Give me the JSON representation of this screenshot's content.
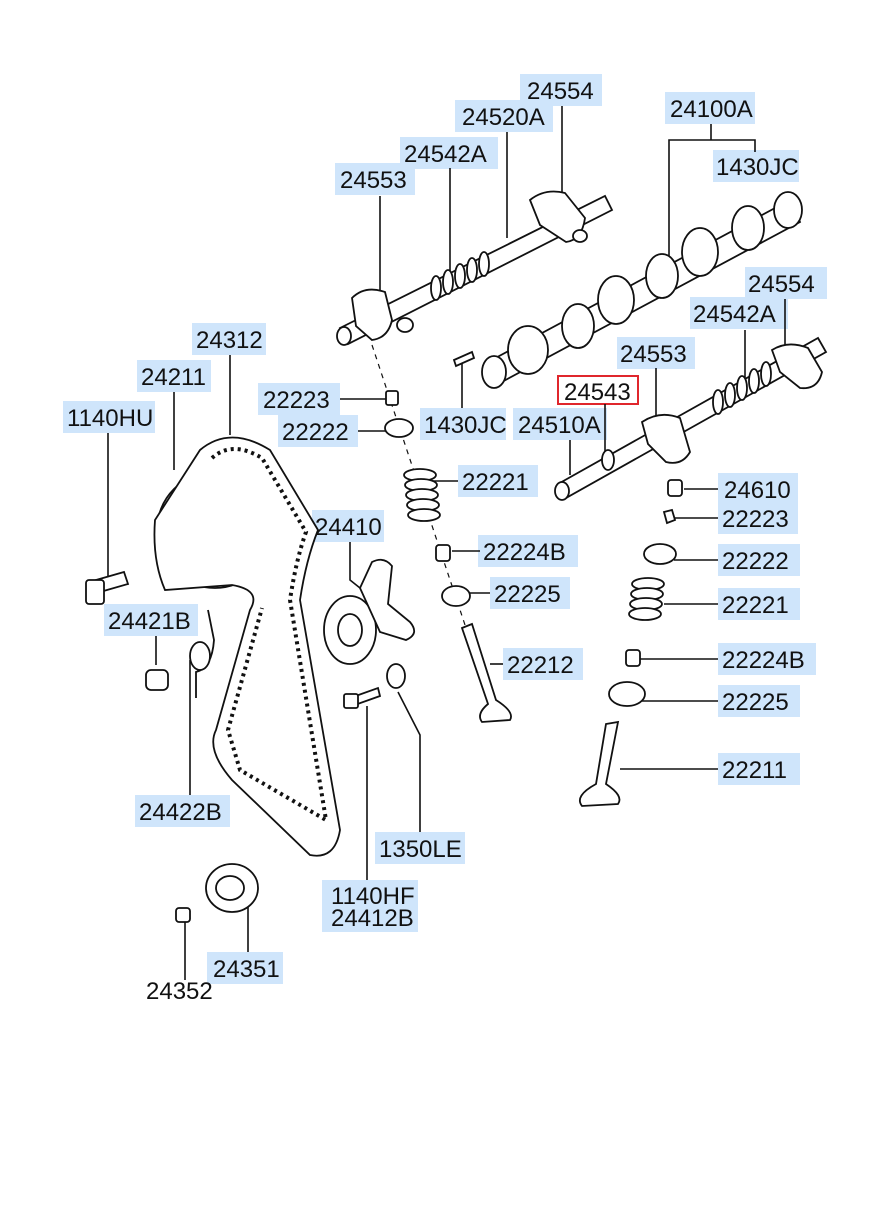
{
  "labels": {
    "l24554a": "24554",
    "l24520a": "24520A",
    "l24100a": "24100A",
    "l24542a_a": "24542A",
    "l1430jc_a": "1430JC",
    "l24553a": "24553",
    "l24312": "24312",
    "l24211": "24211",
    "l24554b": "24554",
    "l24542a_b": "24542A",
    "l24553b": "24553",
    "l1140hu": "1140HU",
    "l22223a": "22223",
    "l24543": "24543",
    "l22222a": "22222",
    "l1430jc_b": "1430JC",
    "l24510a": "24510A",
    "l22221a": "22221",
    "l24610": "24610",
    "l24410": "24410",
    "l22223b": "22223",
    "l22224b_a": "22224B",
    "l22222b": "22222",
    "l22225a": "22225",
    "l22221b": "22221",
    "l24421b": "24421B",
    "l22224b_b": "22224B",
    "l22212": "22212",
    "l22225b": "22225",
    "l22211": "22211",
    "l24422b": "24422B",
    "l1350le": "1350LE",
    "l1140hf": "1140HF",
    "l24412b": "24412B",
    "l24351": "24351",
    "l24352": "24352"
  },
  "selected_part": "24543",
  "colors": {
    "label_highlight": "#cfe5fb",
    "selection_box": "#e0262c",
    "line": "#111111"
  }
}
